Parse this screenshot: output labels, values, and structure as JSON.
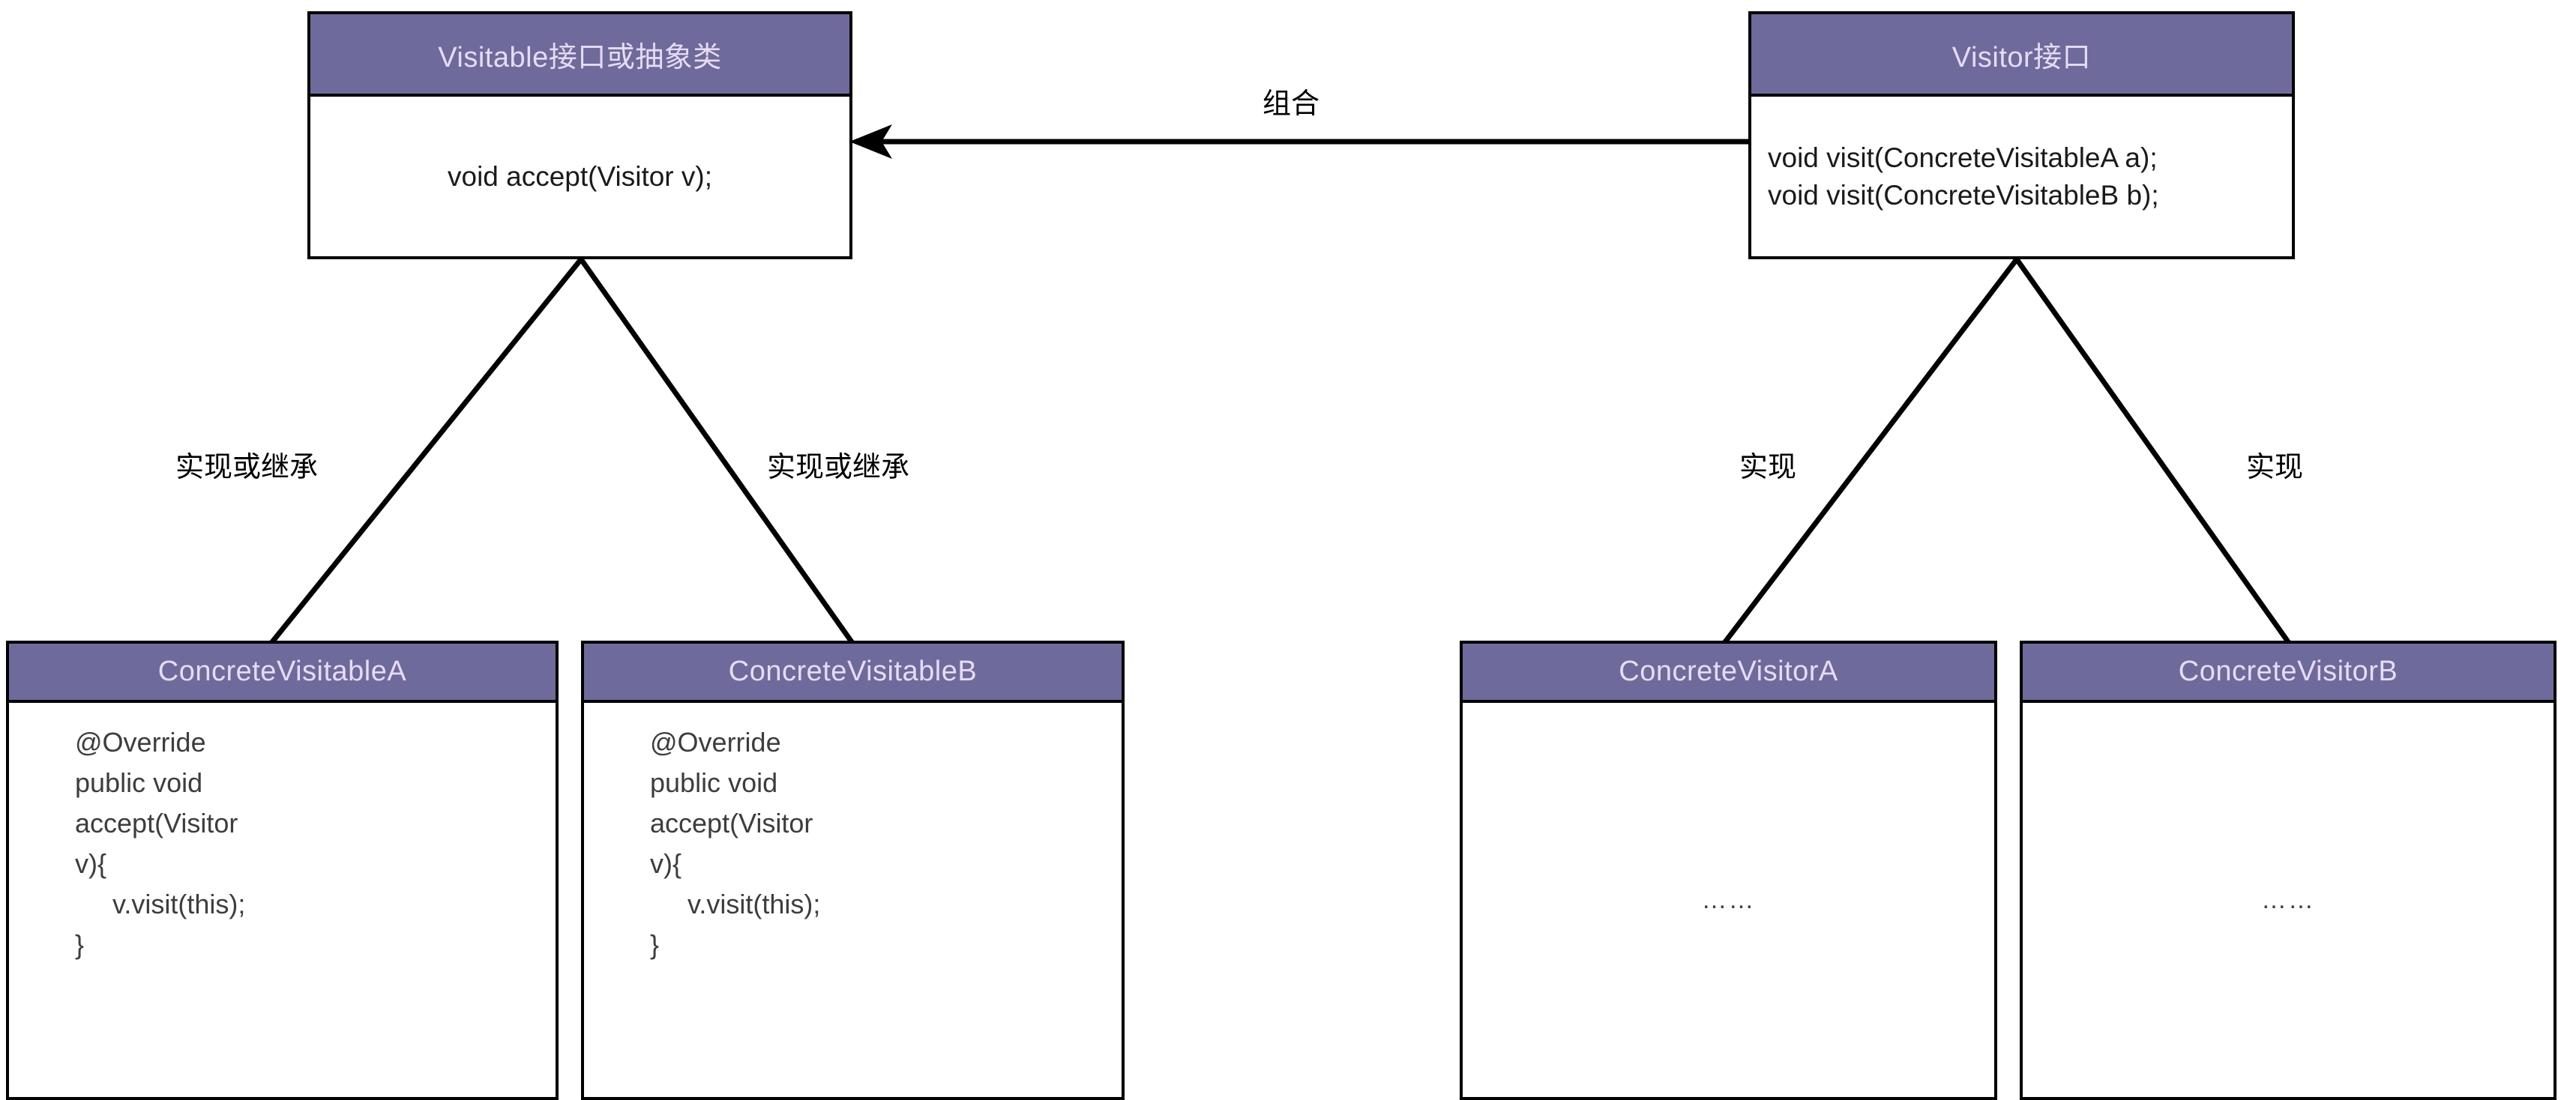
{
  "diagram": {
    "title": "Visitor Pattern UML Class Diagram",
    "colors": {
      "header_fill": "#6f6a9c",
      "header_text": "#e6dcf2",
      "box_border": "#000000",
      "box_fill": "#ffffff",
      "body_text": "#3d3d3d",
      "line": "#000000",
      "background": "#ffffff"
    }
  },
  "classes": {
    "visitable": {
      "name": "Visitable接口或抽象类",
      "members": [
        "void accept(Visitor v);"
      ]
    },
    "visitor": {
      "name": "Visitor接口",
      "members": [
        "void visit(ConcreteVisitableA a);",
        "void visit(ConcreteVisitableB b);"
      ]
    },
    "concrete_visitable_a": {
      "name": "ConcreteVisitableA",
      "code": [
        "@Override",
        "public void",
        "accept(Visitor",
        "v){",
        "     v.visit(this);",
        "}"
      ]
    },
    "concrete_visitable_b": {
      "name": "ConcreteVisitableB",
      "code": [
        "@Override",
        "public void",
        "accept(Visitor",
        "v){",
        "     v.visit(this);",
        "}"
      ]
    },
    "concrete_visitor_a": {
      "name": "ConcreteVisitorA",
      "body": "……"
    },
    "concrete_visitor_b": {
      "name": "ConcreteVisitorB",
      "body": "……"
    }
  },
  "relations": {
    "composition": {
      "label": "组合"
    },
    "visitable_impl_left": {
      "label": "实现或继承"
    },
    "visitable_impl_right": {
      "label": "实现或继承"
    },
    "visitor_impl_left": {
      "label": "实现"
    },
    "visitor_impl_right": {
      "label": "实现"
    }
  }
}
